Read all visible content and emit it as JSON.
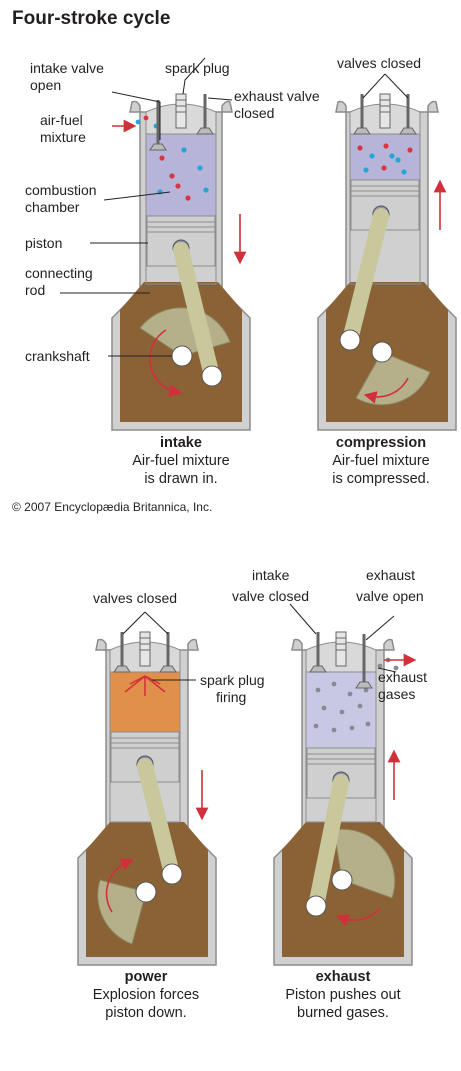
{
  "title": "Four-stroke cycle",
  "labels": {
    "spark_plug": "spark plug",
    "intake_valve_open_1": "intake valve",
    "intake_valve_open_2": "open",
    "exhaust_valve_closed_1": "exhaust valve",
    "exhaust_valve_closed_2": "closed",
    "air_fuel_1": "air-fuel",
    "air_fuel_2": "mixture",
    "combustion_1": "combustion",
    "combustion_2": "chamber",
    "piston": "piston",
    "connecting_1": "connecting",
    "connecting_2": "rod",
    "crankshaft": "crankshaft",
    "valves_closed_comp": "valves closed",
    "valves_closed_power": "valves closed",
    "spark_firing_1": "spark plug",
    "spark_firing_2": "firing",
    "intake_closed_1": "intake",
    "intake_closed_2": "valve closed",
    "exhaust_open_1": "exhaust",
    "exhaust_open_2": "valve open",
    "exhaust_gases_1": "exhaust",
    "exhaust_gases_2": "gases"
  },
  "strokes": [
    {
      "name": "intake",
      "line1": "Air-fuel mixture",
      "line2": "is drawn in."
    },
    {
      "name": "compression",
      "line1": "Air-fuel mixture",
      "line2": "is compressed."
    },
    {
      "name": "power",
      "line1": "Explosion forces",
      "line2": "piston down."
    },
    {
      "name": "exhaust",
      "line1": "Piston pushes out",
      "line2": "burned gases."
    }
  ],
  "copyright": "© 2007 Encyclopædia Britannica, Inc.",
  "colors": {
    "housing": "#d0d0d0",
    "housing_stroke": "#8c8c8c",
    "crankcase_oil": "#8a6236",
    "cylinder_gas": "#b6b4d9",
    "fired_gas": "#e0904a",
    "piston": "#cfcfcf",
    "rod": "#c9c79c",
    "counterweight": "#b5b08a",
    "arrow": "#d1303a",
    "dot_red": "#d93642",
    "dot_blue": "#2aa3d8",
    "dot_gray": "#8a8a96"
  }
}
